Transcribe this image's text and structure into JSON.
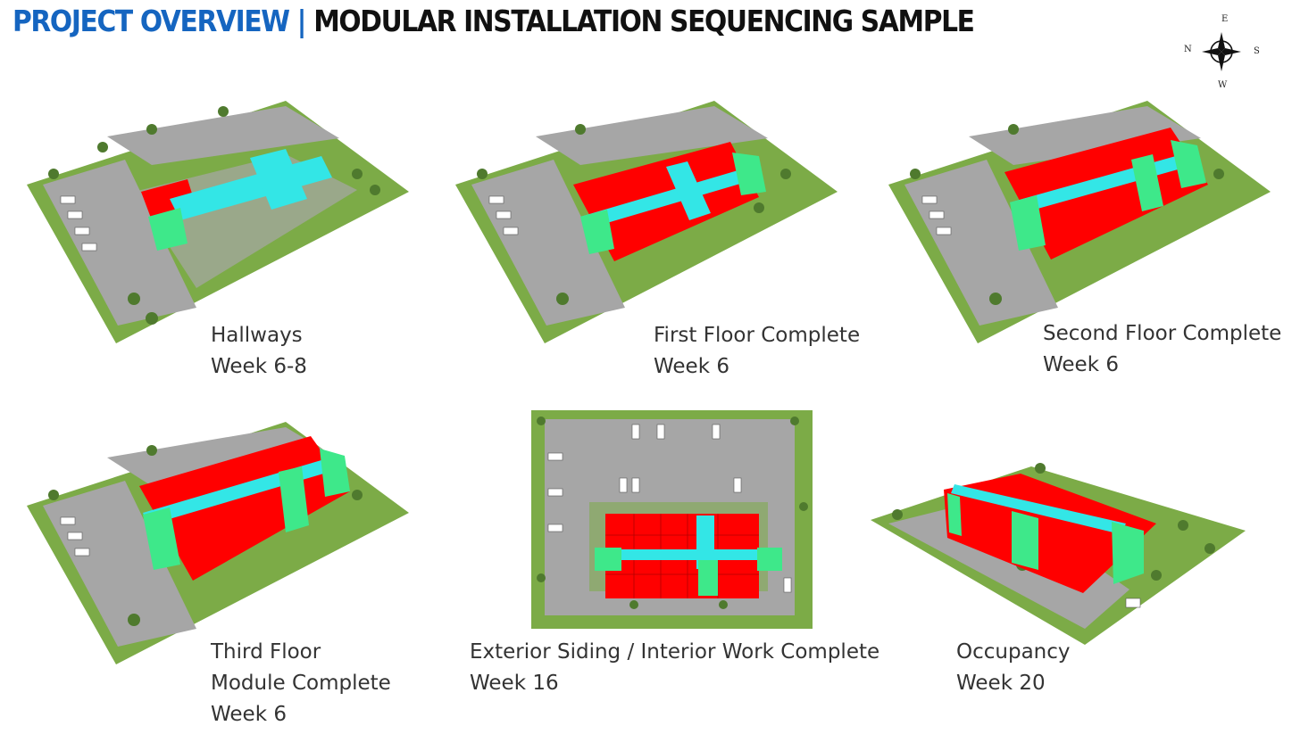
{
  "header": {
    "title_prefix": "PROJECT OVERVIEW |",
    "title_main": "MODULAR INSTALLATION SEQUENCING SAMPLE",
    "accent_color": "#1565c0"
  },
  "compass": {
    "north": "N",
    "east": "E",
    "south": "S",
    "west": "W"
  },
  "colors": {
    "module": "#ff0000",
    "hallway": "#33e6e6",
    "stair_module": "#3ee88a",
    "lawn": "#7cab47",
    "parking": "#a6a6a6"
  },
  "stages": [
    {
      "caption_lines": [
        "Hallways",
        "Week 6-8"
      ]
    },
    {
      "caption_lines": [
        "First Floor Complete",
        "Week 6"
      ]
    },
    {
      "caption_lines": [
        "Second Floor Complete",
        "Week 6"
      ]
    },
    {
      "caption_lines": [
        "Third Floor",
        "Module Complete",
        "Week 6"
      ]
    },
    {
      "caption_lines": [
        "Exterior Siding / Interior Work Complete",
        "Week 16"
      ]
    },
    {
      "caption_lines": [
        "Occupancy",
        "Week 20"
      ]
    }
  ]
}
